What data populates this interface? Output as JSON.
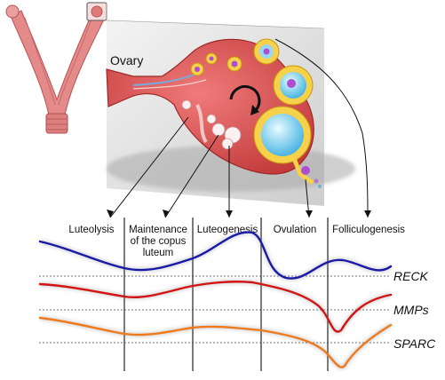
{
  "ovary_label": "Ovary",
  "stages": [
    {
      "label_lines": [
        "Luteolysis"
      ]
    },
    {
      "label_lines": [
        "Maintenance",
        "of the copus",
        "luteum"
      ]
    },
    {
      "label_lines": [
        "Luteogenesis"
      ]
    },
    {
      "label_lines": [
        "Ovulation"
      ]
    },
    {
      "label_lines": [
        "Folliculogenesis"
      ]
    }
  ],
  "curves": [
    {
      "name": "RECK",
      "color": "#1a1aa8"
    },
    {
      "name": "MMPs",
      "color": "#d21414"
    },
    {
      "name": "SPARC",
      "color": "#ee7a1e"
    }
  ]
}
